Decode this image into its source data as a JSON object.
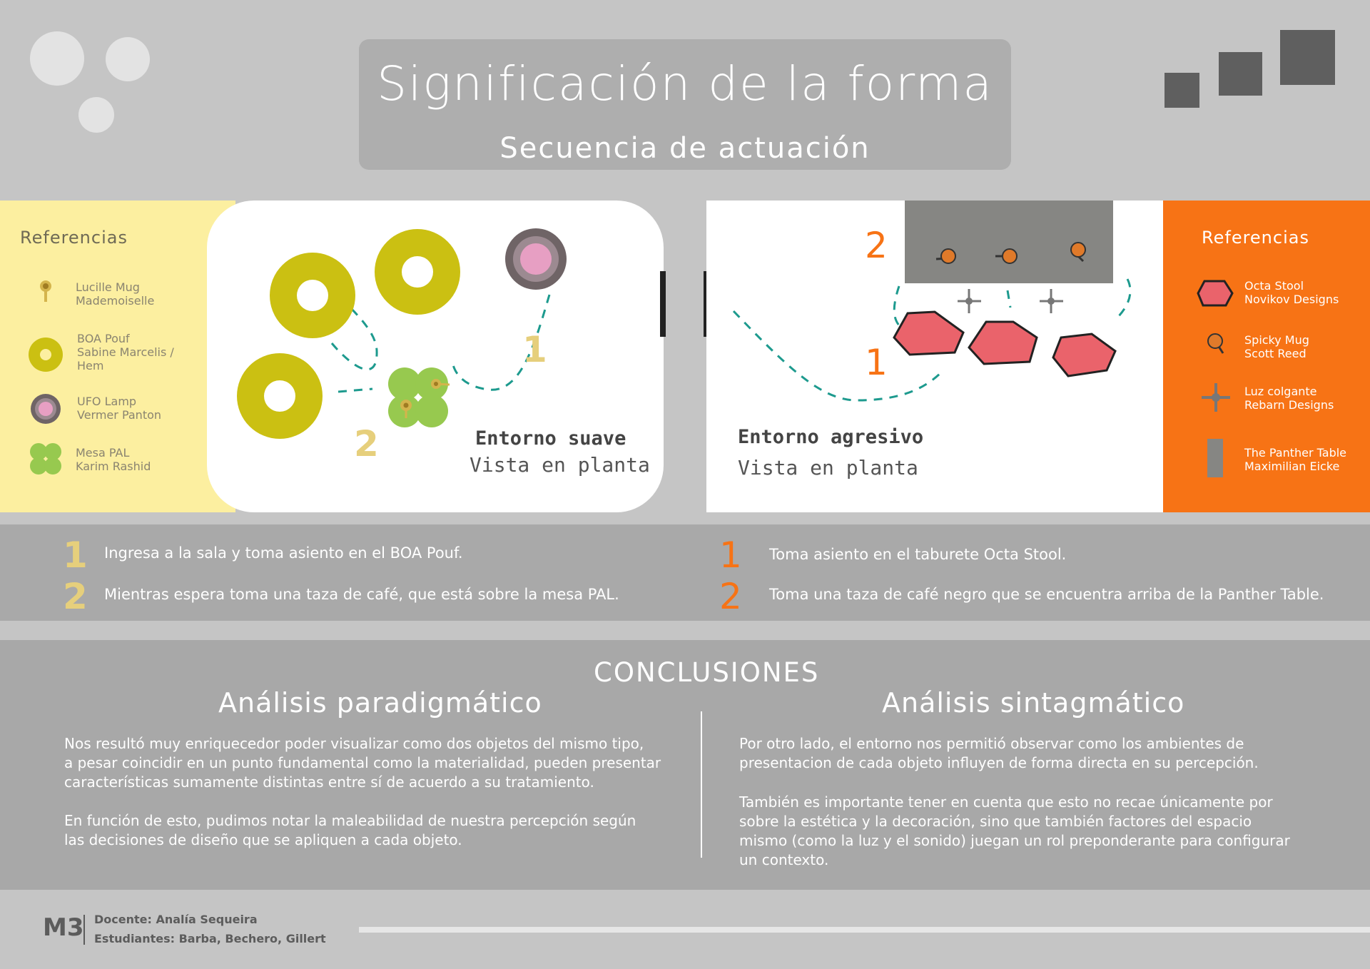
{
  "header": {
    "title": "Significación de la forma",
    "subtitle": "Secuencia de actuación"
  },
  "colors": {
    "background": "#c5c5c5",
    "soft_yellow": "#fcefa0",
    "olive": "#cbc012",
    "lime": "#97c94f",
    "orange": "#f77315",
    "pink": "#ea636b",
    "teal": "#1d9a8e"
  },
  "left_references": {
    "title": "Referencias",
    "items": [
      {
        "icon": "mug-icon",
        "label": "Lucille Mug\nMademoiselle"
      },
      {
        "icon": "pouf-icon",
        "label": "BOA Pouf\nSabine Marcelis /\nHem"
      },
      {
        "icon": "lamp-icon",
        "label": "UFO Lamp\nVermer Panton"
      },
      {
        "icon": "clover-table-icon",
        "label": "Mesa PAL\nKarim Rashid"
      }
    ]
  },
  "soft_environment": {
    "title": "Entorno suave",
    "subtitle": "Vista en planta",
    "step1": "1",
    "step2": "2"
  },
  "aggressive_environment": {
    "title": "Entorno agresivo",
    "subtitle": "Vista en planta",
    "step1": "1",
    "step2": "2"
  },
  "right_references": {
    "title": "Referencias",
    "items": [
      {
        "icon": "octa-stool-icon",
        "label": "Octa Stool\nNovikov Designs"
      },
      {
        "icon": "spicky-mug-icon",
        "label": "Spicky Mug\nScott Reed"
      },
      {
        "icon": "pendant-light-icon",
        "label": "Luz colgante\nRebarn Designs"
      },
      {
        "icon": "panther-table-icon",
        "label": "The Panther Table\nMaximilian Eicke"
      }
    ]
  },
  "sequence": {
    "left": [
      {
        "num": "1",
        "text": "Ingresa a la sala y toma asiento en el BOA Pouf."
      },
      {
        "num": "2",
        "text": "Mientras espera toma una taza de café, que está sobre la mesa PAL."
      }
    ],
    "right": [
      {
        "num": "1",
        "text": "Toma asiento en el taburete Octa Stool."
      },
      {
        "num": "2",
        "text": "Toma una taza de café negro que se encuentra arriba de la Panther Table."
      }
    ]
  },
  "conclusions": {
    "heading": "CONCLUSIONES",
    "left": {
      "title": "Análisis paradigmático",
      "p1": "Nos resultó muy enriquecedor poder visualizar como dos objetos del mismo tipo,\na pesar coincidir en un punto fundamental como la materialidad, pueden presentar\ncaracterísticas sumamente distintas entre sí de acuerdo a su tratamiento.",
      "p2": "En función de esto, pudimos notar la maleabilidad de nuestra percepción según\nlas decisiones de diseño que se apliquen a cada objeto."
    },
    "right": {
      "title": "Análisis sintagmático",
      "p1": "Por otro lado, el entorno nos permitió observar como los ambientes de\npresentacion de cada objeto influyen de forma directa en su percepción.",
      "p2": "También es importante tener en cuenta que esto no recae únicamente por\nsobre la estética y la decoración, sino que también factores del espacio\nmismo (como la luz y el sonido) juegan un rol preponderante para configurar\nun contexto."
    }
  },
  "footer": {
    "module": "M3",
    "teacher": "Docente: Analía Sequeira",
    "students": "Estudiantes: Barba, Bechero, Gillert"
  }
}
